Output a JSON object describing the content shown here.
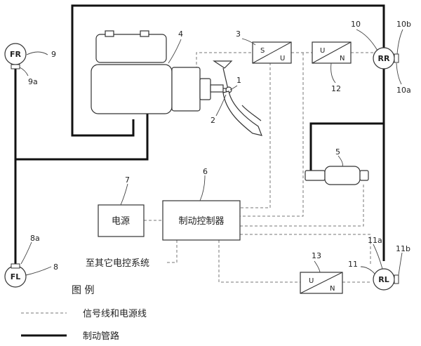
{
  "wheels": {
    "fr": "FR",
    "fl": "FL",
    "rr": "RR",
    "rl": "RL"
  },
  "boxes": {
    "power": "电源",
    "controller": "制动控制器",
    "other_systems": "至其它电控系统"
  },
  "converters": {
    "c3": {
      "top": "S",
      "bottom": "U"
    },
    "c12": {
      "top": "U",
      "bottom": "N"
    },
    "c13": {
      "top": "U",
      "bottom": "N"
    }
  },
  "numbers": {
    "n1": "1",
    "n2": "2",
    "n3": "3",
    "n4": "4",
    "n5": "5",
    "n6": "6",
    "n7": "7",
    "n8": "8",
    "n8a": "8a",
    "n9": "9",
    "n9a": "9a",
    "n10": "10",
    "n10a": "10a",
    "n10b": "10b",
    "n11": "11",
    "n11a": "11a",
    "n11b": "11b",
    "n12": "12",
    "n13": "13"
  },
  "legend": {
    "title": "图  例",
    "signal_line": "信号线和电源线",
    "brake_pipe": "制动管路"
  }
}
